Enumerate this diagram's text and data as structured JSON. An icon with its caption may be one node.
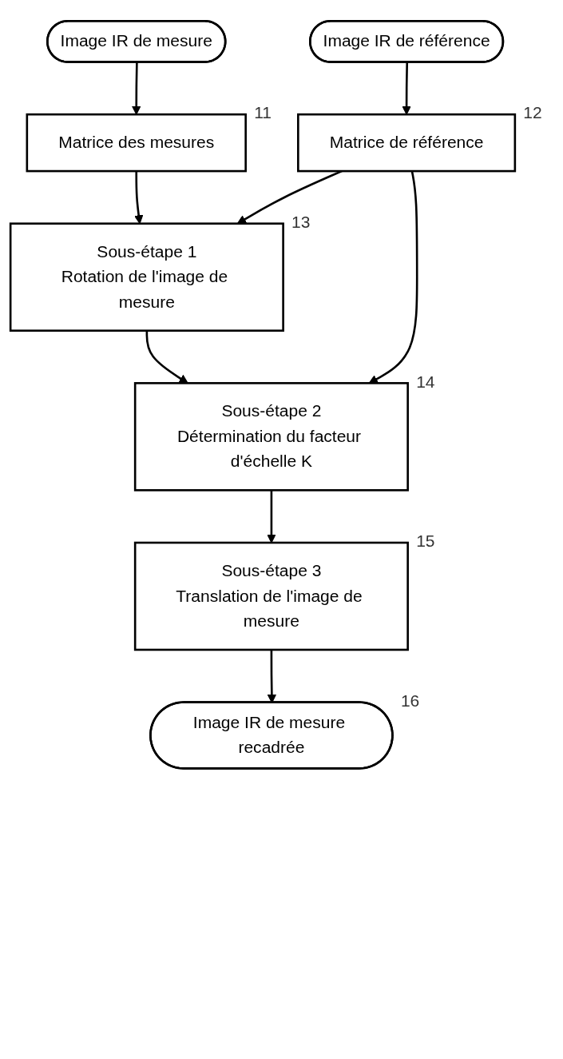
{
  "diagram": {
    "nodes": [
      {
        "text": [
          "Image IR de mesure"
        ]
      },
      {
        "text": [
          "Image IR de référence"
        ]
      },
      {
        "text": [
          "Matrice des mesures"
        ],
        "beside": [
          "11"
        ]
      },
      {
        "text": [
          "Matrice de référence"
        ],
        "beside": [
          "12"
        ]
      },
      {
        "text": [
          "Sous-étape 1",
          "Rotation de l'image de mesure"
        ],
        "beside": [
          "13"
        ]
      },
      {
        "text": [
          "Sous-étape 2",
          "Détermination du facteur d'échelle K"
        ],
        "beside": [
          "14"
        ]
      },
      {
        "text": [
          "Sous-étape 3",
          "Translation de l'image de mesure"
        ],
        "beside": [
          "15"
        ]
      },
      {
        "text": [
          "Image IR de mesure recadrée"
        ],
        "beside": [
          "16"
        ]
      }
    ],
    "edges": [
      {
        "from": 0,
        "to": 2,
        "arrow": "to"
      },
      {
        "from": 1,
        "to": 3,
        "arrow": "to"
      },
      {
        "from": 2,
        "to": 4,
        "arrow": "to"
      },
      {
        "from": 3,
        "to": 4,
        "arrow": "to"
      },
      {
        "from": 3,
        "to": 5,
        "arrow": "to"
      },
      {
        "from": 4,
        "to": 5,
        "arrow": "to"
      },
      {
        "from": 5,
        "to": 6,
        "arrow": "to"
      },
      {
        "from": 6,
        "to": 7,
        "arrow": "to"
      }
    ]
  }
}
